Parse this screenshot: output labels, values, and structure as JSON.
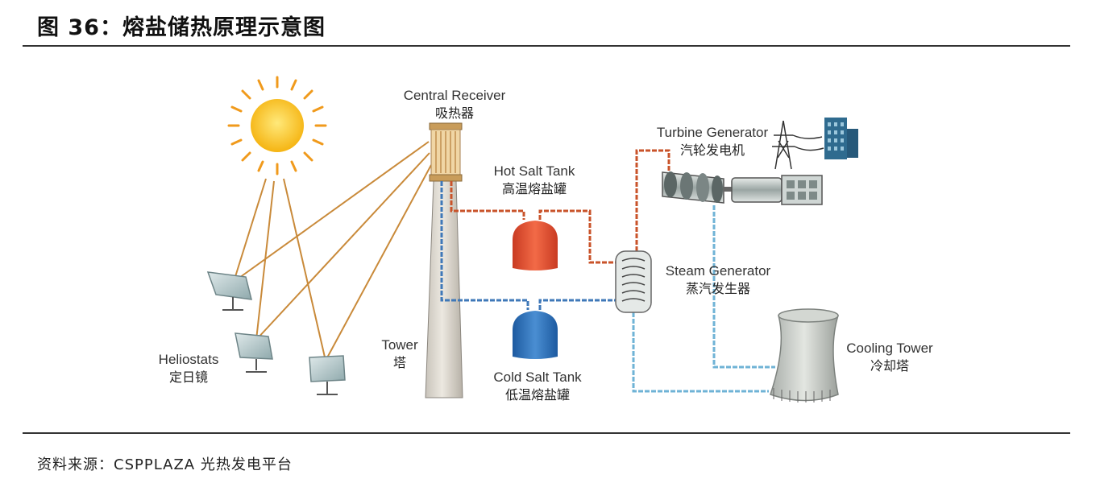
{
  "figure_title": "图 36：熔盐储热原理示意图",
  "source": "资料来源：CSPPLAZA 光热发电平台",
  "components": {
    "central_receiver": {
      "en": "Central Receiver",
      "zh": "吸热器"
    },
    "hot_salt_tank": {
      "en": "Hot Salt Tank",
      "zh": "高温熔盐罐"
    },
    "turbine_generator": {
      "en": "Turbine Generator",
      "zh": "汽轮发电机"
    },
    "steam_generator": {
      "en": "Steam Generator",
      "zh": "蒸汽发生器"
    },
    "cooling_tower": {
      "en": "Cooling Tower",
      "zh": "冷却塔"
    },
    "tower": {
      "en": "Tower",
      "zh": "塔"
    },
    "cold_salt_tank": {
      "en": "Cold Salt Tank",
      "zh": "低温熔盐罐"
    },
    "heliostats": {
      "en": "Heliostats",
      "zh": "定日镜"
    }
  },
  "colors": {
    "hot_line": "#c9532a",
    "cold_line": "#3f78b8",
    "water_line": "#6fb3d6",
    "sun": "#f7b81e",
    "hot_tank": "#e2553a",
    "cold_tank": "#2c6fb7",
    "sun_ray": "#c98a3a"
  }
}
